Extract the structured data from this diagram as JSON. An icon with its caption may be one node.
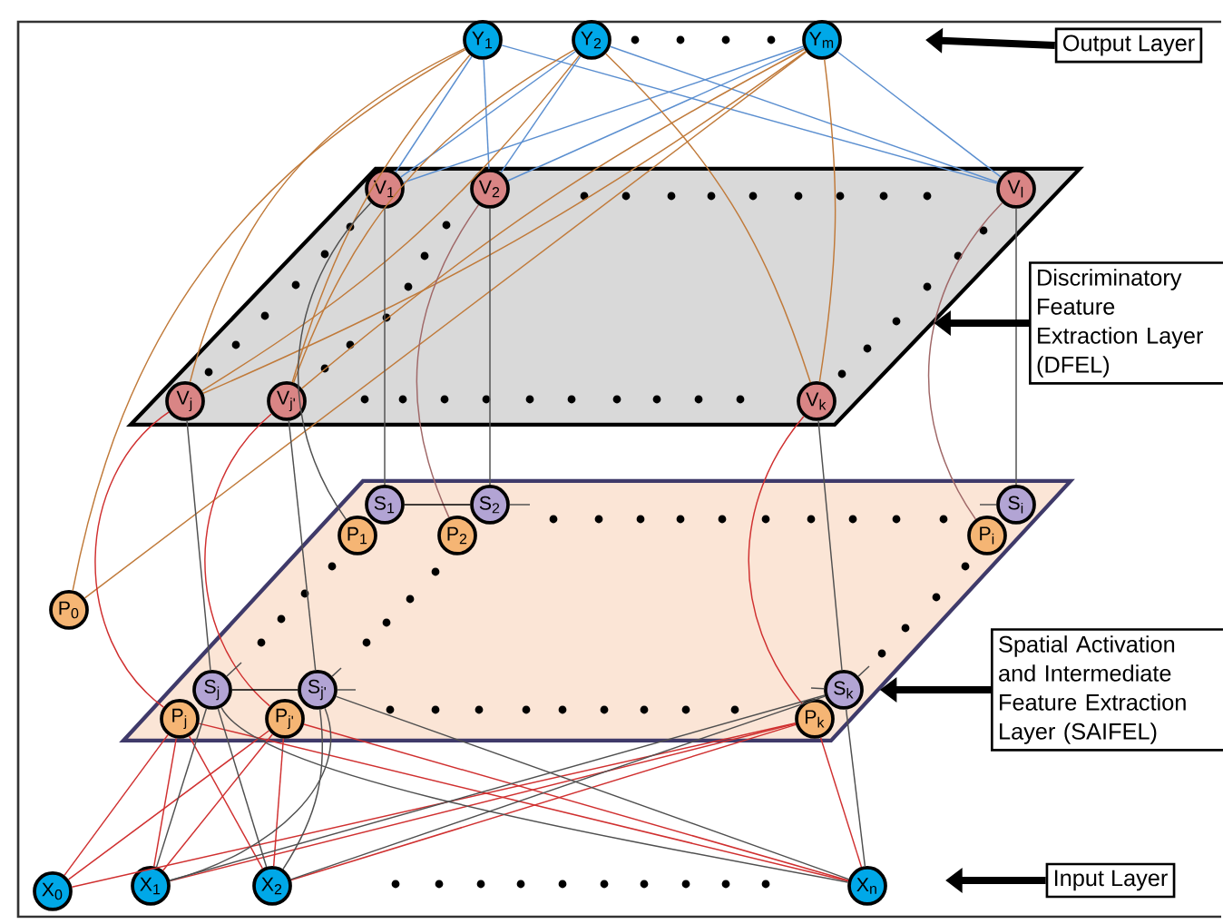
{
  "diagram": {
    "nodes": [
      {
        "text": [
          "Y$_{1}$"
        ]
      },
      {
        "text": [
          "Y$_{2}$"
        ]
      },
      {
        "text": [
          "Y$_{m}$"
        ]
      },
      {
        "text": [],
        "shape": "box"
      },
      {
        "text": [
          "V$_{1}$"
        ],
        "in": 3
      },
      {
        "text": [
          "V$_{2}$"
        ],
        "in": 3
      },
      {
        "text": [
          "V$_{l}$"
        ],
        "in": 3
      },
      {
        "text": [
          "V$_{j}$"
        ],
        "in": 3
      },
      {
        "text": [
          "V$_{j'}$"
        ],
        "in": 3
      },
      {
        "text": [
          "V$_{k}$"
        ],
        "in": 3
      },
      {
        "text": [],
        "shape": "box"
      },
      {
        "text": [
          "S$_{1}$"
        ],
        "in": 10
      },
      {
        "text": [
          "S$_{2}$"
        ],
        "in": 10
      },
      {
        "text": [
          "S$_{i}$"
        ],
        "in": 10
      },
      {
        "text": [
          "P$_{1}$"
        ],
        "in": 10
      },
      {
        "text": [
          "P$_{2}$"
        ],
        "in": 10
      },
      {
        "text": [
          "P$_{i}$"
        ],
        "in": 10
      },
      {
        "text": [
          "S$_{j}$"
        ],
        "in": 10
      },
      {
        "text": [
          "S$_{j'}$"
        ],
        "in": 10
      },
      {
        "text": [
          "S$_{k}$"
        ],
        "in": 10
      },
      {
        "text": [
          "P$_{j}$"
        ],
        "in": 10
      },
      {
        "text": [
          "P$_{j'}$"
        ],
        "in": 10
      },
      {
        "text": [
          "P$_{k}$"
        ],
        "in": 10
      },
      {
        "text": [
          "P$_{0}$"
        ]
      },
      {
        "text": [
          "X$_{0}$"
        ]
      },
      {
        "text": [
          "X$_{1}$"
        ]
      },
      {
        "text": [
          "X$_{2}$"
        ]
      },
      {
        "text": [
          "X$_{n}$"
        ]
      },
      {
        "text": [
          "Output Layer"
        ]
      },
      {
        "text": [
          "Discriminatory Feature Extraction Layer (DFEL)"
        ]
      },
      {
        "text": [
          "Spatial Activation and Intermediate Feature Extraction Layer (SAIFEL)"
        ]
      },
      {
        "text": [
          "Input Layer"
        ]
      }
    ],
    "edges": [
      {
        "from": 0,
        "to": 4,
        "arrow": "none",
        "color": "#5b8fd0"
      },
      {
        "from": 0,
        "to": 5,
        "arrow": "none",
        "color": "#5b8fd0"
      },
      {
        "from": 0,
        "to": 6,
        "arrow": "none",
        "color": "#5b8fd0"
      },
      {
        "from": 1,
        "to": 4,
        "arrow": "none",
        "color": "#5b8fd0"
      },
      {
        "from": 1,
        "to": 5,
        "arrow": "none",
        "color": "#5b8fd0"
      },
      {
        "from": 1,
        "to": 6,
        "arrow": "none",
        "color": "#5b8fd0"
      },
      {
        "from": 2,
        "to": 4,
        "arrow": "none",
        "color": "#5b8fd0"
      },
      {
        "from": 2,
        "to": 5,
        "arrow": "none",
        "color": "#5b8fd0"
      },
      {
        "from": 2,
        "to": 6,
        "arrow": "none",
        "color": "#5b8fd0"
      },
      {
        "from": 0,
        "to": 7,
        "arrow": "none",
        "color": "#c07a3a"
      },
      {
        "from": 0,
        "to": 8,
        "arrow": "none",
        "color": "#c07a3a"
      },
      {
        "from": 1,
        "to": 7,
        "arrow": "none",
        "color": "#c07a3a"
      },
      {
        "from": 1,
        "to": 8,
        "arrow": "none",
        "color": "#c07a3a"
      },
      {
        "from": 1,
        "to": 9,
        "arrow": "none",
        "color": "#c07a3a"
      },
      {
        "from": 2,
        "to": 7,
        "arrow": "none",
        "color": "#c07a3a"
      },
      {
        "from": 2,
        "to": 8,
        "arrow": "none",
        "color": "#c07a3a"
      },
      {
        "from": 2,
        "to": 9,
        "arrow": "none",
        "color": "#c07a3a"
      },
      {
        "from": 0,
        "to": 23,
        "arrow": "none",
        "color": "#c07a3a"
      },
      {
        "from": 2,
        "to": 23,
        "arrow": "none",
        "color": "#c07a3a"
      },
      {
        "from": 4,
        "to": 11,
        "arrow": "none",
        "color": "#505050"
      },
      {
        "from": 5,
        "to": 12,
        "arrow": "none",
        "color": "#505050"
      },
      {
        "from": 6,
        "to": 13,
        "arrow": "none",
        "color": "#505050"
      },
      {
        "from": 7,
        "to": 17,
        "arrow": "none",
        "color": "#505050"
      },
      {
        "from": 8,
        "to": 18,
        "arrow": "none",
        "color": "#505050"
      },
      {
        "from": 9,
        "to": 19,
        "arrow": "none",
        "color": "#505050"
      },
      {
        "from": 4,
        "to": 14,
        "arrow": "none",
        "color": "#505050"
      },
      {
        "from": 5,
        "to": 15,
        "arrow": "none",
        "color": "#a06868"
      },
      {
        "from": 6,
        "to": 16,
        "arrow": "none",
        "color": "#a06868"
      },
      {
        "from": 7,
        "to": 20,
        "arrow": "none",
        "color": "#d03030"
      },
      {
        "from": 8,
        "to": 21,
        "arrow": "none",
        "color": "#d03030"
      },
      {
        "from": 9,
        "to": 22,
        "arrow": "none",
        "color": "#d03030"
      },
      {
        "from": 11,
        "to": 12,
        "arrow": "none"
      },
      {
        "from": 17,
        "to": 18,
        "arrow": "none"
      },
      {
        "from": 20,
        "to": 24,
        "arrow": "none",
        "color": "#d03030"
      },
      {
        "from": 20,
        "to": 25,
        "arrow": "none",
        "color": "#d03030"
      },
      {
        "from": 20,
        "to": 26,
        "arrow": "none",
        "color": "#d03030"
      },
      {
        "from": 20,
        "to": 27,
        "arrow": "none",
        "color": "#d03030"
      },
      {
        "from": 21,
        "to": 24,
        "arrow": "none",
        "color": "#d03030"
      },
      {
        "from": 21,
        "to": 25,
        "arrow": "none",
        "color": "#d03030"
      },
      {
        "from": 21,
        "to": 26,
        "arrow": "none",
        "color": "#d03030"
      },
      {
        "from": 21,
        "to": 27,
        "arrow": "none",
        "color": "#d03030"
      },
      {
        "from": 22,
        "to": 24,
        "arrow": "none",
        "color": "#d03030"
      },
      {
        "from": 22,
        "to": 25,
        "arrow": "none",
        "color": "#d03030"
      },
      {
        "from": 22,
        "to": 26,
        "arrow": "none",
        "color": "#d03030"
      },
      {
        "from": 22,
        "to": 27,
        "arrow": "none",
        "color": "#d03030"
      },
      {
        "from": 17,
        "to": 25,
        "arrow": "none",
        "color": "#505050"
      },
      {
        "from": 17,
        "to": 26,
        "arrow": "none",
        "color": "#505050"
      },
      {
        "from": 17,
        "to": 27,
        "arrow": "none",
        "color": "#505050"
      },
      {
        "from": 18,
        "to": 25,
        "arrow": "none",
        "color": "#505050"
      },
      {
        "from": 18,
        "to": 26,
        "arrow": "none",
        "color": "#505050"
      },
      {
        "from": 18,
        "to": 27,
        "arrow": "none",
        "color": "#505050"
      },
      {
        "from": 19,
        "to": 25,
        "arrow": "none",
        "color": "#505050"
      },
      {
        "from": 19,
        "to": 26,
        "arrow": "none",
        "color": "#505050"
      },
      {
        "from": 19,
        "to": 27,
        "arrow": "none",
        "color": "#505050"
      },
      {
        "from": 28,
        "to": null,
        "arrow": "to",
        "style": "thick"
      },
      {
        "from": 29,
        "to": 3,
        "arrow": "to",
        "style": "thick"
      },
      {
        "from": 30,
        "to": 10,
        "arrow": "to",
        "style": "thick"
      },
      {
        "from": 31,
        "to": null,
        "arrow": "to",
        "style": "thick"
      },
      {
        "from": 12,
        "to": null,
        "arrow": "none",
        "color": "#505050"
      },
      {
        "from": 13,
        "to": null,
        "arrow": "none",
        "color": "#505050"
      },
      {
        "from": 17,
        "to": null,
        "arrow": "none",
        "color": "#505050"
      },
      {
        "from": 18,
        "to": null,
        "arrow": "none",
        "color": "#505050"
      },
      {
        "from": 18,
        "to": null,
        "arrow": "none",
        "color": "#505050"
      },
      {
        "from": 19,
        "to": null,
        "arrow": "none",
        "color": "#505050"
      },
      {
        "from": 19,
        "to": null,
        "arrow": "none",
        "color": "#505050"
      }
    ]
  }
}
